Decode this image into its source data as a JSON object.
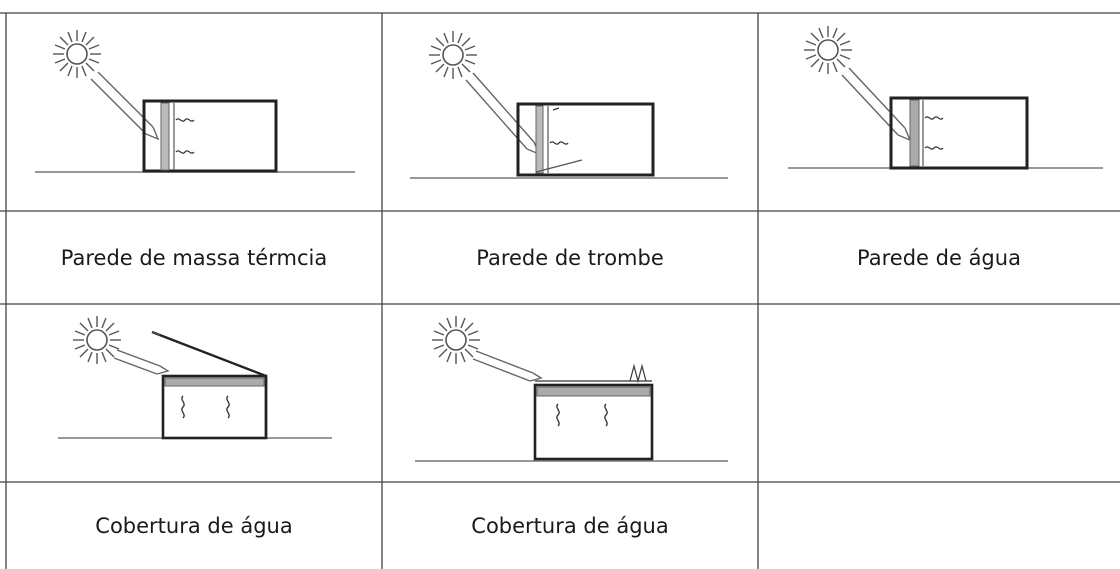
{
  "table": {
    "captions": [
      "Parede de massa térmcia",
      "Parede de trombe",
      "Parede de água",
      "Cobertura de água",
      "Cobertura de água"
    ]
  }
}
